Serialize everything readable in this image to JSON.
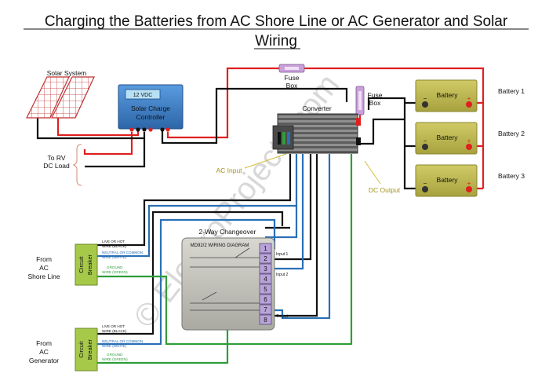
{
  "title": {
    "line1": "Charging the Batteries from AC Shore Line or AC Generator and Solar",
    "line2": "Wiring"
  },
  "solar": {
    "panels_label": "Solar System",
    "controller_display": "12 VDC",
    "controller_line1": "Solar Charge",
    "controller_line2": "Controller",
    "dc_load_line1": "To RV",
    "dc_load_line2": "DC Load"
  },
  "fuse_top": {
    "line1": "Fuse",
    "line2": "Box"
  },
  "fuse_right": {
    "line1": "Fuse",
    "line2": "Box"
  },
  "converter": {
    "label": "Converter",
    "ac_input": "AC Input",
    "dc_output": "DC Output"
  },
  "batteries": [
    {
      "label": "Battery",
      "side": "Battery 1",
      "minus": "−",
      "plus": "+"
    },
    {
      "label": "Battery",
      "side": "Battery 2",
      "minus": "−",
      "plus": "+"
    },
    {
      "label": "Battery",
      "side": "Battery 3",
      "minus": "−",
      "plus": "+"
    }
  ],
  "changeover": {
    "title": "2-Way Changeover",
    "model": "MD92/2 WIRING DIAGRAM",
    "terminals": [
      "1",
      "2",
      "3",
      "4",
      "5",
      "6",
      "7",
      "8"
    ],
    "input1": "Input 1",
    "input2": "Input 2",
    "output": "Output"
  },
  "sources": [
    {
      "line1": "From",
      "line2": "AC",
      "line3": "Shore Line",
      "breaker1": "Circuit",
      "breaker2": "Breaker",
      "live1": "LIVE OR HOT",
      "live2": "WIRE (BLACK)",
      "neutral1": "NEUTRAL OR COMMON",
      "neutral2": "WIRE (WHITE)",
      "ground1": "GROUND",
      "ground2": "WIRE (GREEN)"
    },
    {
      "line1": "From",
      "line2": "AC",
      "line3": "Generator",
      "breaker1": "Circuit",
      "breaker2": "Breaker",
      "live1": "LIVE OR HOT",
      "live2": "WIRE (BLACK)",
      "neutral1": "NEUTRAL OR COMMON",
      "neutral2": "WIRE (WHITE)",
      "ground1": "GROUND",
      "ground2": "WIRE (GREEN)"
    }
  ],
  "watermark": "© ElectroProjects.com",
  "colors": {
    "positive": "#e02020",
    "negative": "#111111",
    "neutral": "#2a6fb5",
    "ground": "#2e9e3a",
    "battery": "#b9b44a",
    "breaker": "#a7c94a",
    "changeover_box": "#c8c8c0",
    "terminal": "#b8a4d8",
    "controller": "#3d7fc4",
    "callout": "#d4c03a"
  }
}
